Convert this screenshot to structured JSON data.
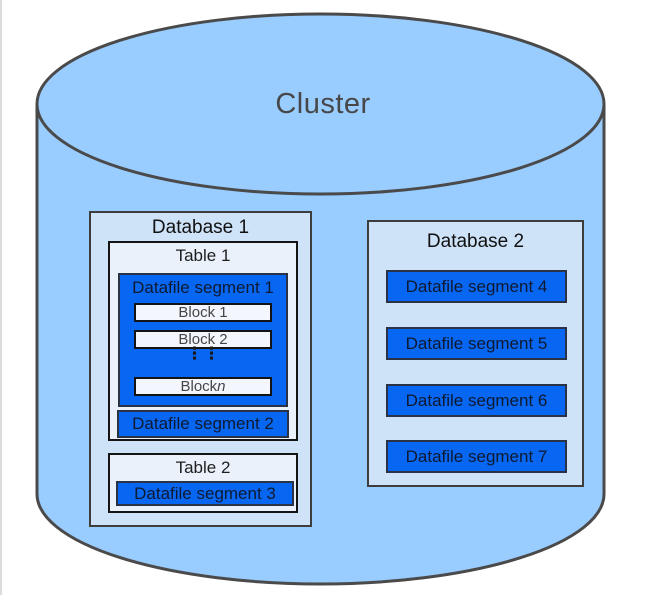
{
  "cluster": {
    "label": "Cluster"
  },
  "database1": {
    "title": "Database 1",
    "table1": {
      "title": "Table 1",
      "segment1": {
        "label": "Datafile segment 1",
        "blocks": [
          "Block 1",
          "Block 2"
        ],
        "ellipsis": "⋮⋮",
        "block_n": {
          "prefix": "Block ",
          "var": "n"
        }
      },
      "segment2": {
        "label": "Datafile segment 2"
      }
    },
    "table2": {
      "title": "Table 2",
      "segment3": {
        "label": "Datafile segment 3"
      }
    }
  },
  "database2": {
    "title": "Database 2",
    "segments": [
      "Datafile segment 4",
      "Datafile segment 5",
      "Datafile segment 6",
      "Datafile segment 7"
    ]
  },
  "colors": {
    "cylinder_fill": "#99CCFF",
    "cylinder_stroke": "#4A4A4A",
    "database_fill": "#CFE3F8",
    "table_fill": "#EAF1FB",
    "segment_fill": "#0767F2",
    "segment_text": "#0F1930",
    "block_fill": "#F3F7FD"
  }
}
